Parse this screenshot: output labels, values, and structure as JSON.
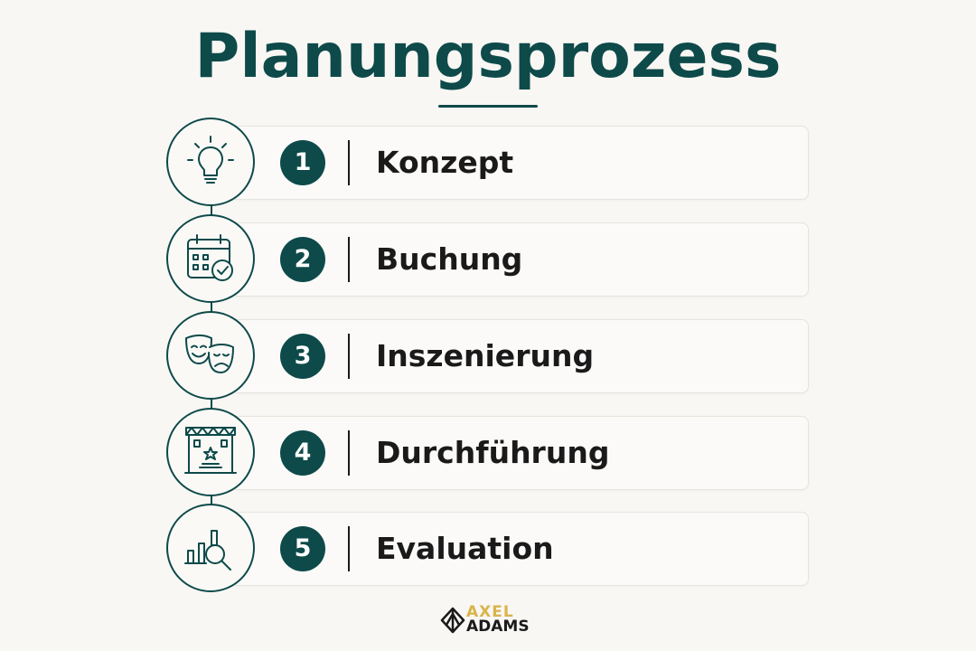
{
  "title": "Planungsprozess",
  "steps": [
    {
      "number": "1",
      "label": "Konzept",
      "icon": "lightbulb-icon"
    },
    {
      "number": "2",
      "label": "Buchung",
      "icon": "calendar-check-icon"
    },
    {
      "number": "3",
      "label": "Inszenierung",
      "icon": "theater-masks-icon"
    },
    {
      "number": "4",
      "label": "Durchführung",
      "icon": "stage-icon"
    },
    {
      "number": "5",
      "label": "Evaluation",
      "icon": "chart-magnifier-icon"
    }
  ],
  "logo": {
    "top": "AXEL",
    "bottom": "ADAMS"
  },
  "colors": {
    "primary": "#0e4a4a",
    "background": "#f8f7f4",
    "text": "#1a1a1a",
    "logo_accent": "#d9b44a"
  }
}
